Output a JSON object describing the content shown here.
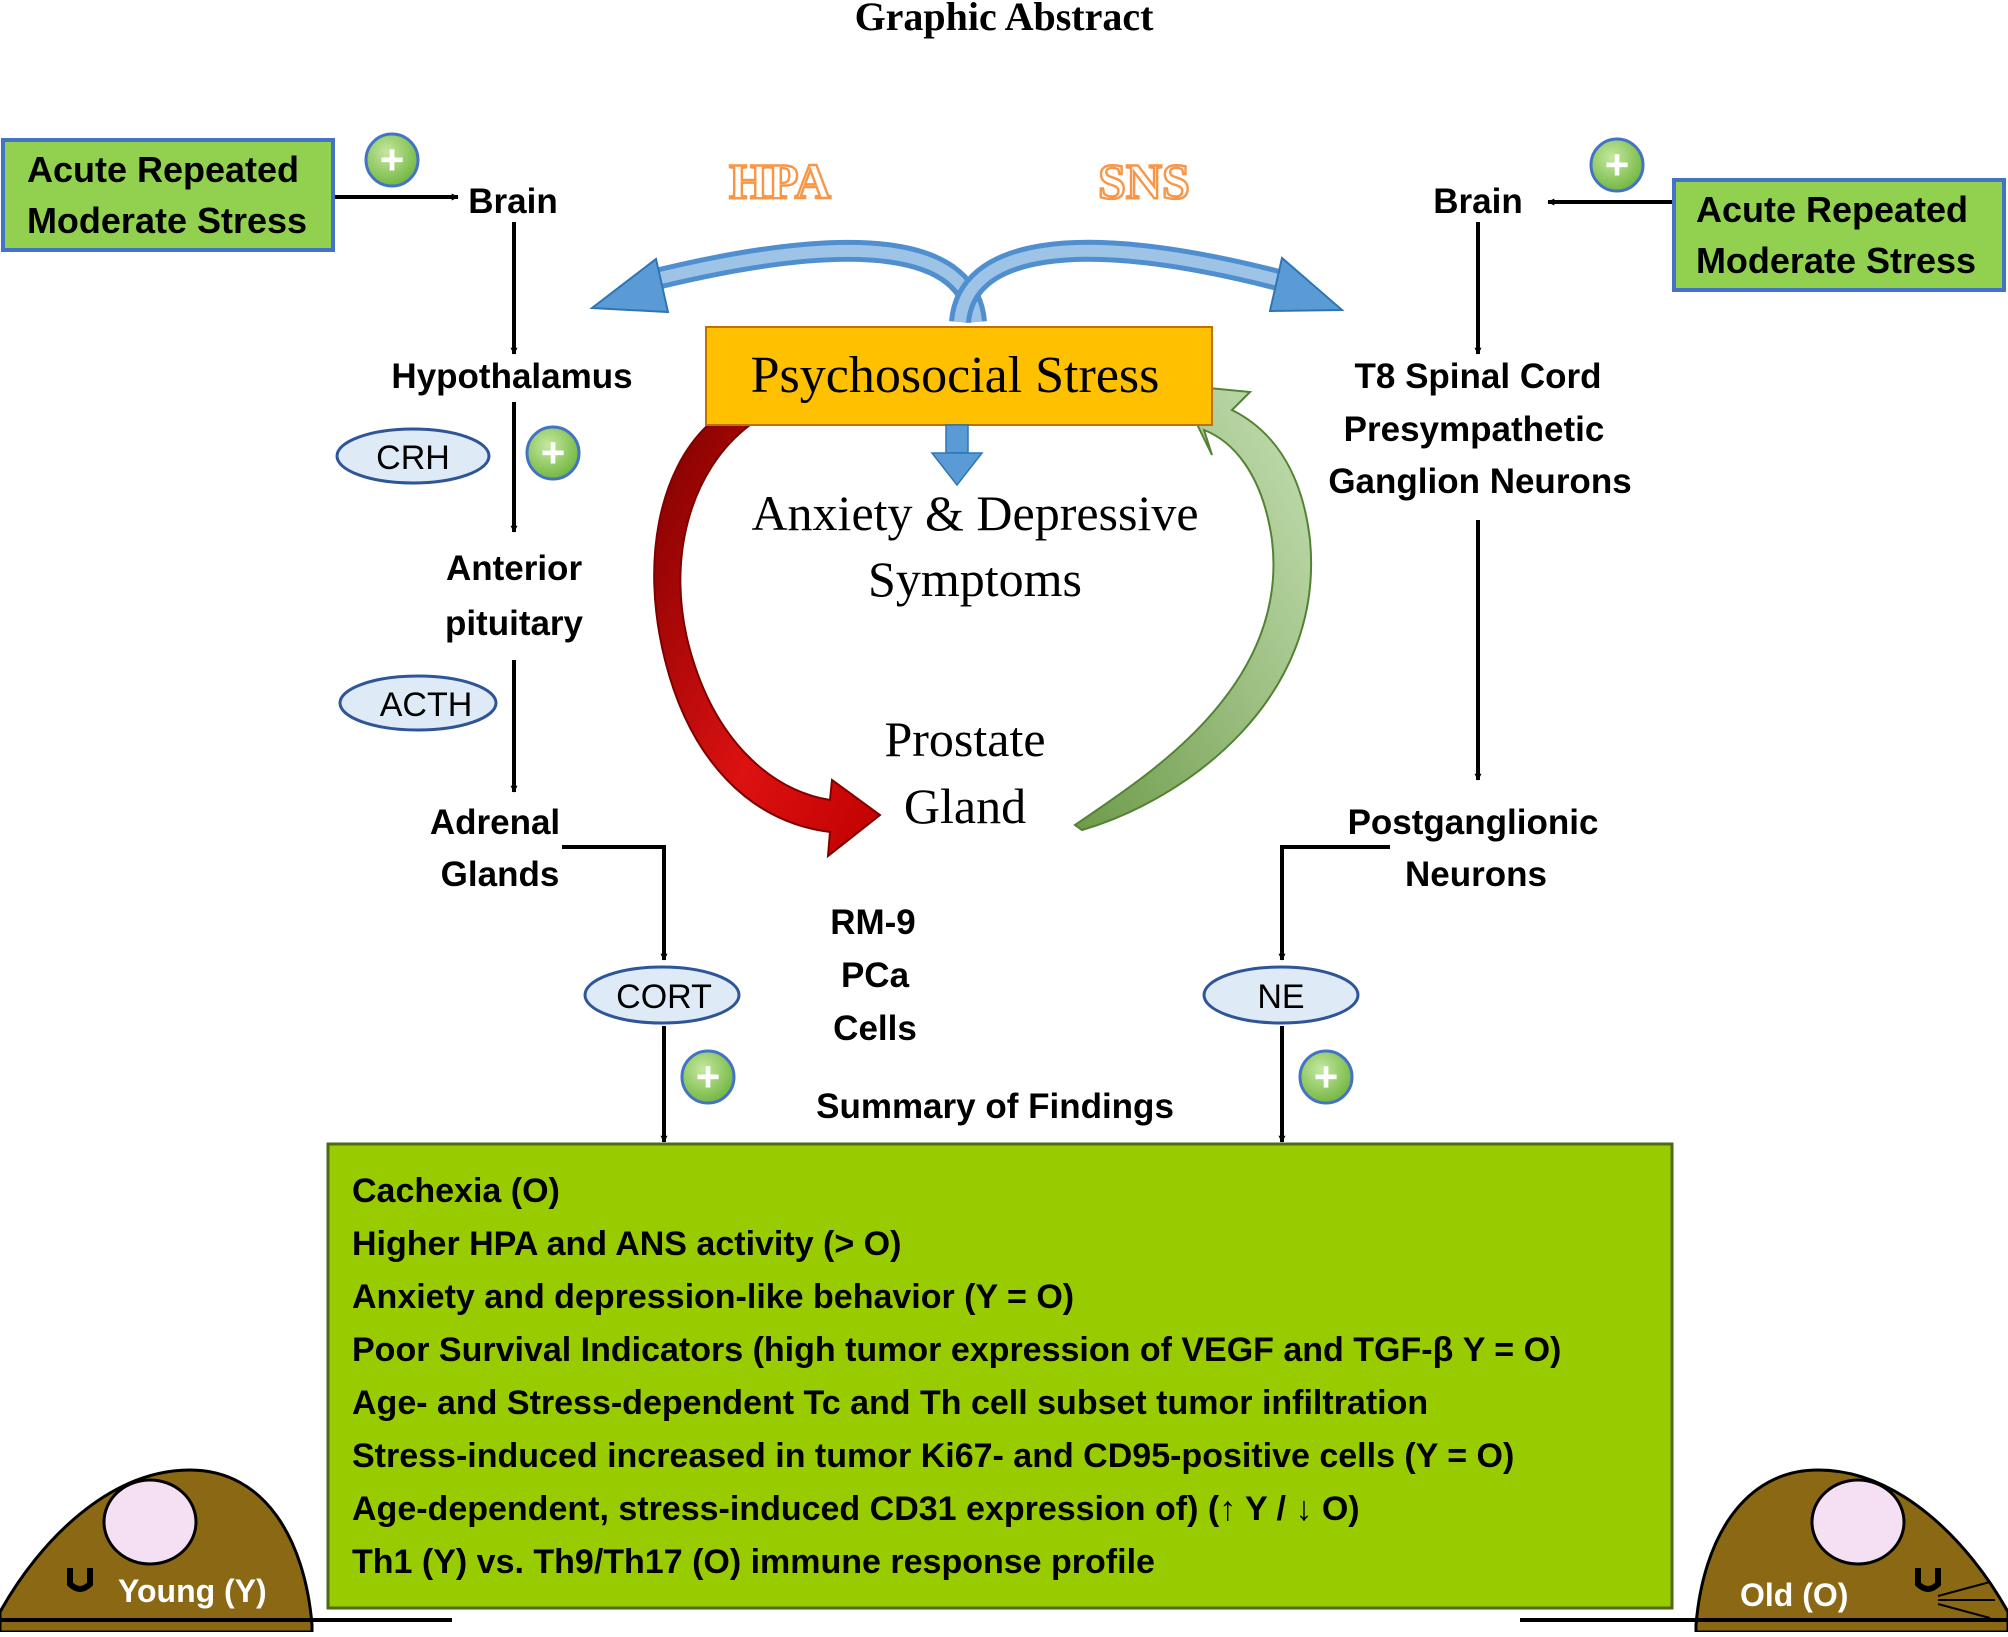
{
  "title": "Graphic Abstract",
  "hpa_label": "HPA",
  "sns_label": "SNS",
  "stress_box": "Psychosocial Stress",
  "symptoms": {
    "line1": "Anxiety & Depressive",
    "line2": "Symptoms"
  },
  "prostate": {
    "line1": "Prostate",
    "line2": "Gland"
  },
  "left_stressor": {
    "line1": "Acute Repeated",
    "line2": "Moderate Stress"
  },
  "right_stressor": {
    "line1": "Acute Repeated",
    "line2": "Moderate Stress"
  },
  "left_chain": {
    "brain": "Brain",
    "hypothalamus": "Hypothalamus",
    "anterior_line1": "Anterior",
    "anterior_line2": "pituitary",
    "adrenal_line1": "Adrenal",
    "adrenal_line2": "Glands"
  },
  "right_chain": {
    "brain": "Brain",
    "t8_line1": "T8 Spinal Cord",
    "t8_line2": "Presympathetic",
    "t8_line3": "Ganglion Neurons",
    "post_line1": "Postganglionic",
    "post_line2": "Neurons"
  },
  "hormones": {
    "crh": "CRH",
    "acth": "ACTH",
    "cort": "CORT",
    "ne": "NE"
  },
  "plus_symbol": "+",
  "cells": {
    "line1": "RM-9",
    "line2": "PCa",
    "line3": "Cells"
  },
  "summary_title": "Summary of Findings",
  "findings": [
    "Cachexia (O)",
    "Higher HPA and ANS activity (> O)",
    "Anxiety and depression-like behavior (Y = O)",
    "Poor Survival Indicators (high tumor expression of VEGF and TGF-β Y = O)",
    "Age- and Stress-dependent Tc and Th cell subset tumor infiltration",
    "Stress-induced increased in tumor Ki67- and CD95-positive cells  (Y = O)",
    "Age-dependent, stress-induced CD31 expression of) (↑ Y / ↓ O)",
    "Th1 (Y) vs. Th9/Th17 (O) immune response profile"
  ],
  "mouse_young": "Young (Y)",
  "mouse_old": "Old (O)",
  "colors": {
    "stressor_fill": "#92d050",
    "stressor_border": "#4472c4",
    "stress_box_fill": "#ffc000",
    "summary_fill": "#99cc00",
    "hpa_sns_text": "#f79646",
    "blue_arrow": "#5b9bd5",
    "red_arrow": "#c00000",
    "green_arrow": "#a9d18e",
    "hormone_fill": "#deebf7",
    "plus_fill": "#92d050",
    "mouse_body": "#8b6914",
    "mouse_ear": "#f2dcf2"
  }
}
